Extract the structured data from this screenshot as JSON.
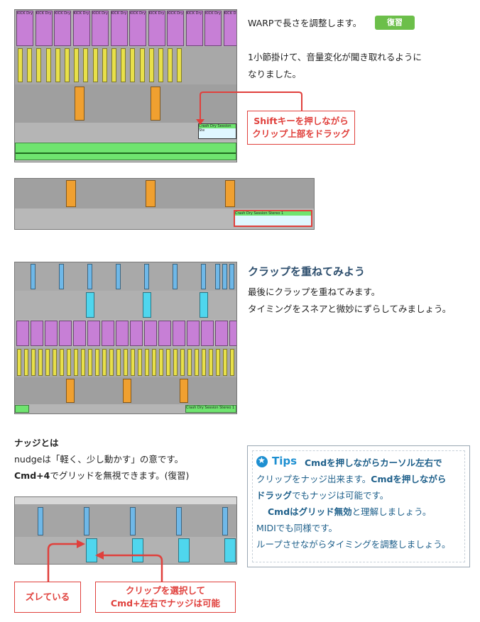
{
  "section1": {
    "line1": "WARPで長さを調整します。",
    "badge": "復習",
    "line2": "1小節掛けて、音量変化が聞き取れるように",
    "line3": "なりました。",
    "callout_line1": "Shiftキーを押しながら",
    "callout_line2": "クリップ上部をドラッグ",
    "clip_label_top": "Crash Dry Session Ste",
    "clip_label_bottom": "Crash Dry Session Stereo 1",
    "kick_label": "KICK Dry"
  },
  "section2": {
    "heading": "クラップを重ねてみよう",
    "line1": "最後にクラップを重ねてみます。",
    "line2": "タイミングをスネアと微妙にずらしてみましょう。",
    "clip_label": "Crash Dry Session Stereo 1"
  },
  "section3": {
    "title": "ナッジとは",
    "line1": "nudgeは「軽く、少し動かす」の意です。",
    "line2_bold": "Cmd+4",
    "line2_rest": "でグリッドを無視できます。(復習)",
    "callout_left": "ズレている",
    "callout_right_line1": "クリップを選択して",
    "callout_right_line2_bold": "Cmd+左右",
    "callout_right_line2_rest": "でナッジは可能"
  },
  "tips": {
    "label": "Tips",
    "line1": "Cmdを押しながらカーソル左右で",
    "line2_a": "クリップをナッジ出来ます。",
    "line2_b": "Cmdを押しながら",
    "line3_a": "ドラッグ",
    "line3_b": "でもナッジは可能です。",
    "line4_a": "Cmdはグリッド無効",
    "line4_b": "と理解しましょう。",
    "line5": "MIDIでも同様です。",
    "line6": "ループさせながらタイミングを調整しましょう。"
  },
  "colors": {
    "kick": "#c77fd6",
    "hat": "#e8e04a",
    "snare": "#f0a030",
    "clap": "#4fd6ee",
    "crash": "#6fe46f",
    "accent": "#e0403c",
    "badge": "#6cbf4a"
  }
}
